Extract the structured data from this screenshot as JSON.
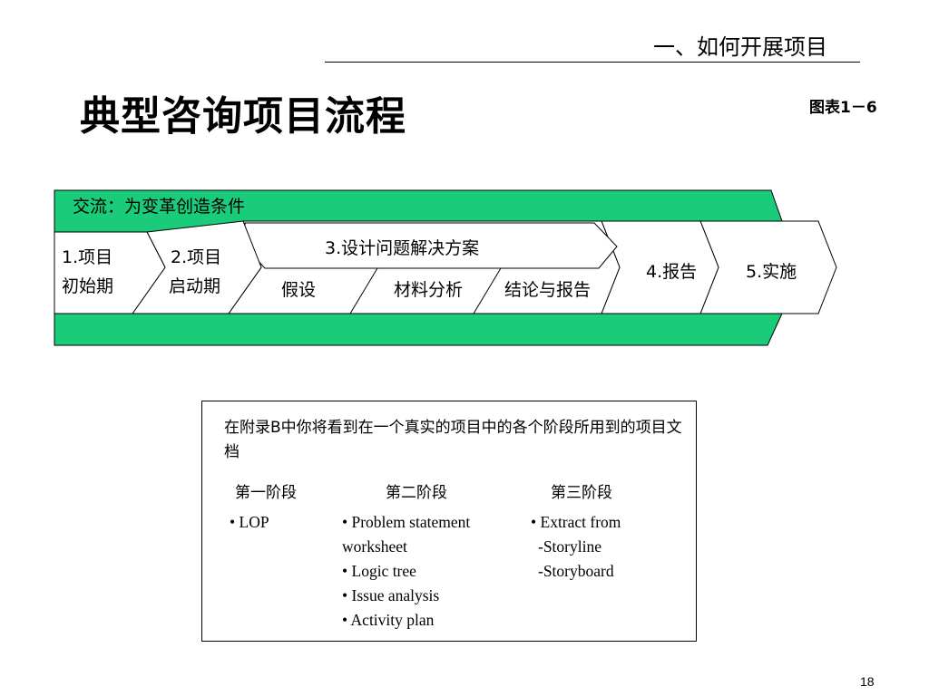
{
  "header": {
    "section_title": "一、如何开展项目",
    "main_title": "典型咨询项目流程",
    "figure_label": "图表1－6"
  },
  "flow": {
    "banner_label": "交流：为变革创造条件",
    "stage1_line1": "1.项目",
    "stage1_line2": "初始期",
    "stage2_line1": "2.项目",
    "stage2_line2": "启动期",
    "stage3_label": "3.设计问题解决方案",
    "stage3_sub": [
      "假设",
      "材料分析",
      "结论与报告"
    ],
    "stage4_label": "4.报告",
    "stage5_label": "5.实施",
    "colors": {
      "banner": "#1ACC7A",
      "border": "#000000",
      "stage_fill": "#FFFFFF"
    }
  },
  "appendix": {
    "intro": "在附录B中你将看到在一个真实的项目中的各个阶段所用到的项目文档",
    "columns": [
      {
        "heading": "第一阶段",
        "items": [
          "• LOP"
        ]
      },
      {
        "heading": "第二阶段",
        "items": [
          "• Problem statement",
          "worksheet",
          "• Logic tree",
          "• Issue analysis",
          "• Activity plan"
        ]
      },
      {
        "heading": "第三阶段",
        "items": [
          "• Extract from",
          " -Storyline",
          " -Storyboard"
        ]
      }
    ]
  },
  "footer": {
    "page_number": "18"
  }
}
